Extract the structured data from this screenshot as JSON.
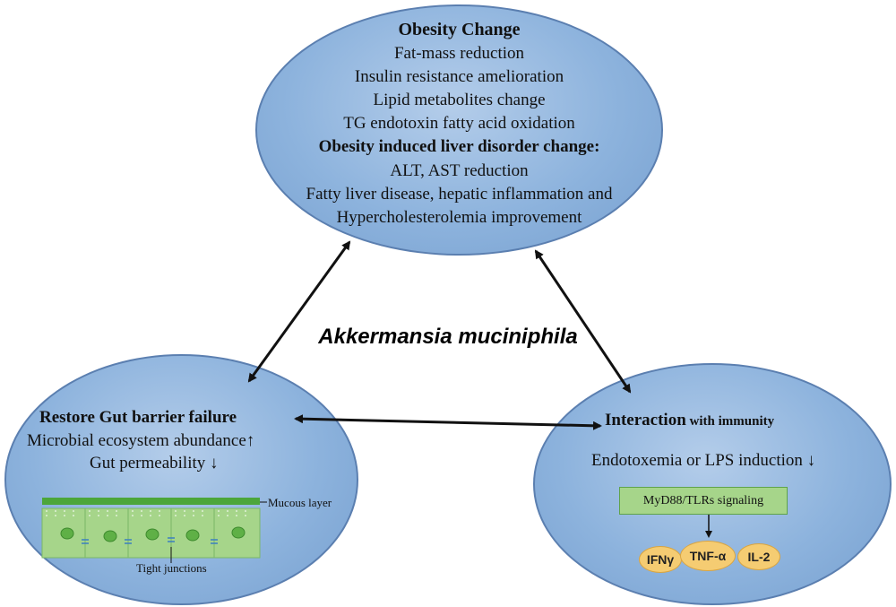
{
  "center_label": "Akkermansia muciniphila",
  "obesity": {
    "heading": "Obesity Change",
    "items": [
      "Fat-mass reduction",
      "Insulin resistance amelioration",
      "Lipid metabolites change",
      "TG endotoxin fatty acid oxidation"
    ],
    "subheading": "Obesity induced liver disorder change:",
    "liver_items": [
      "ALT, AST reduction",
      "Fatty liver disease, hepatic inflammation and",
      "Hypercholesterolemia  improvement"
    ]
  },
  "gut": {
    "heading": "Restore Gut barrier failure",
    "item1": "Microbial ecosystem abundance↑",
    "item2": "Gut permeability ↓",
    "mucous_label": "Mucous layer",
    "tight_label": "Tight junctions"
  },
  "immunity": {
    "heading_bold": "Interaction",
    "heading_rest": " with immunity",
    "item": "Endotoxemia or LPS induction ↓",
    "signaling": "MyD88/TLRs signaling",
    "cytokines": [
      "IFNγ",
      "TNF-α",
      "IL-2"
    ]
  },
  "colors": {
    "ellipse_fill": "#8db3dd",
    "ellipse_border": "#5b7fb0",
    "cell_fill": "#a6d58a",
    "mucous": "#4ca63a",
    "cytokine_fill": "#f5cc72"
  }
}
